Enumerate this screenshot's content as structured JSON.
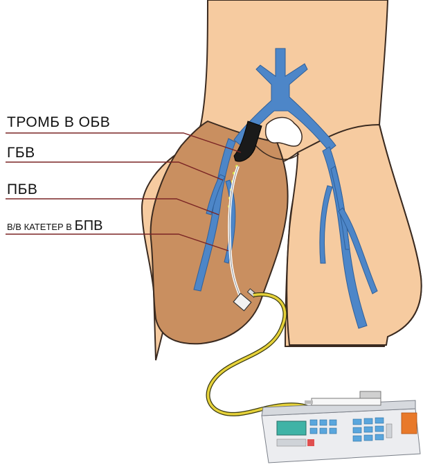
{
  "labels": [
    {
      "id": "thrombus",
      "text": "ТРОМБ В ОБВ"
    },
    {
      "id": "gsv",
      "text": "ГБВ"
    },
    {
      "id": "sfv",
      "text": "ПБВ"
    },
    {
      "id": "catheter_prefix",
      "text": "В/В КАТЕТЕР В",
      "emphasis": "БПВ"
    }
  ],
  "colors": {
    "skin": "#f6cba0",
    "affected_leg": "#c98f60",
    "vein": "#4d86c8",
    "thrombus": "#1a1a1a",
    "leader_line": "#7a2424",
    "tubing": "#e6d23a",
    "pump_body": "#ecedf0",
    "pump_display": "#3fb3a6",
    "pump_keys": "#5aa6dd",
    "pump_accent": "#e8792a"
  },
  "icons": [
    "syringe-pump-icon",
    "catheter-connector-icon"
  ]
}
